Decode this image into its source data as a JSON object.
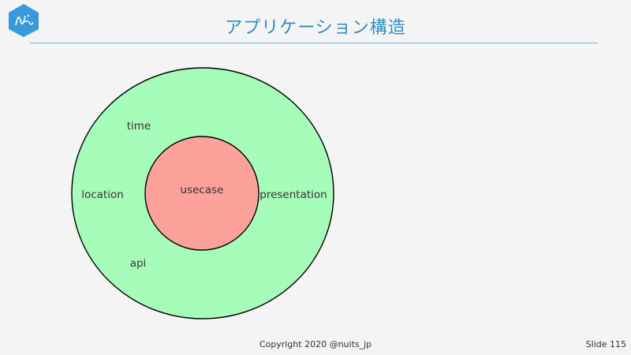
{
  "slide": {
    "title": "アプリケーション構造",
    "copyright": "Copyright 2020 @nuits_jp",
    "slide_number": "Slide 115"
  },
  "diagram": {
    "outer_ring": {
      "labels": {
        "time": "time",
        "location": "location",
        "presentation": "presentation",
        "api": "api"
      },
      "fill": "#a6fcb9"
    },
    "inner_circle": {
      "label": "usecase",
      "fill": "#fda29b"
    }
  },
  "colors": {
    "title": "#2e8fc0",
    "rule": "#6fb3d6",
    "logo": "#3a9ad9",
    "background": "#f4f4f4"
  },
  "icons": {
    "logo": "nuits-hexagon-logo"
  }
}
